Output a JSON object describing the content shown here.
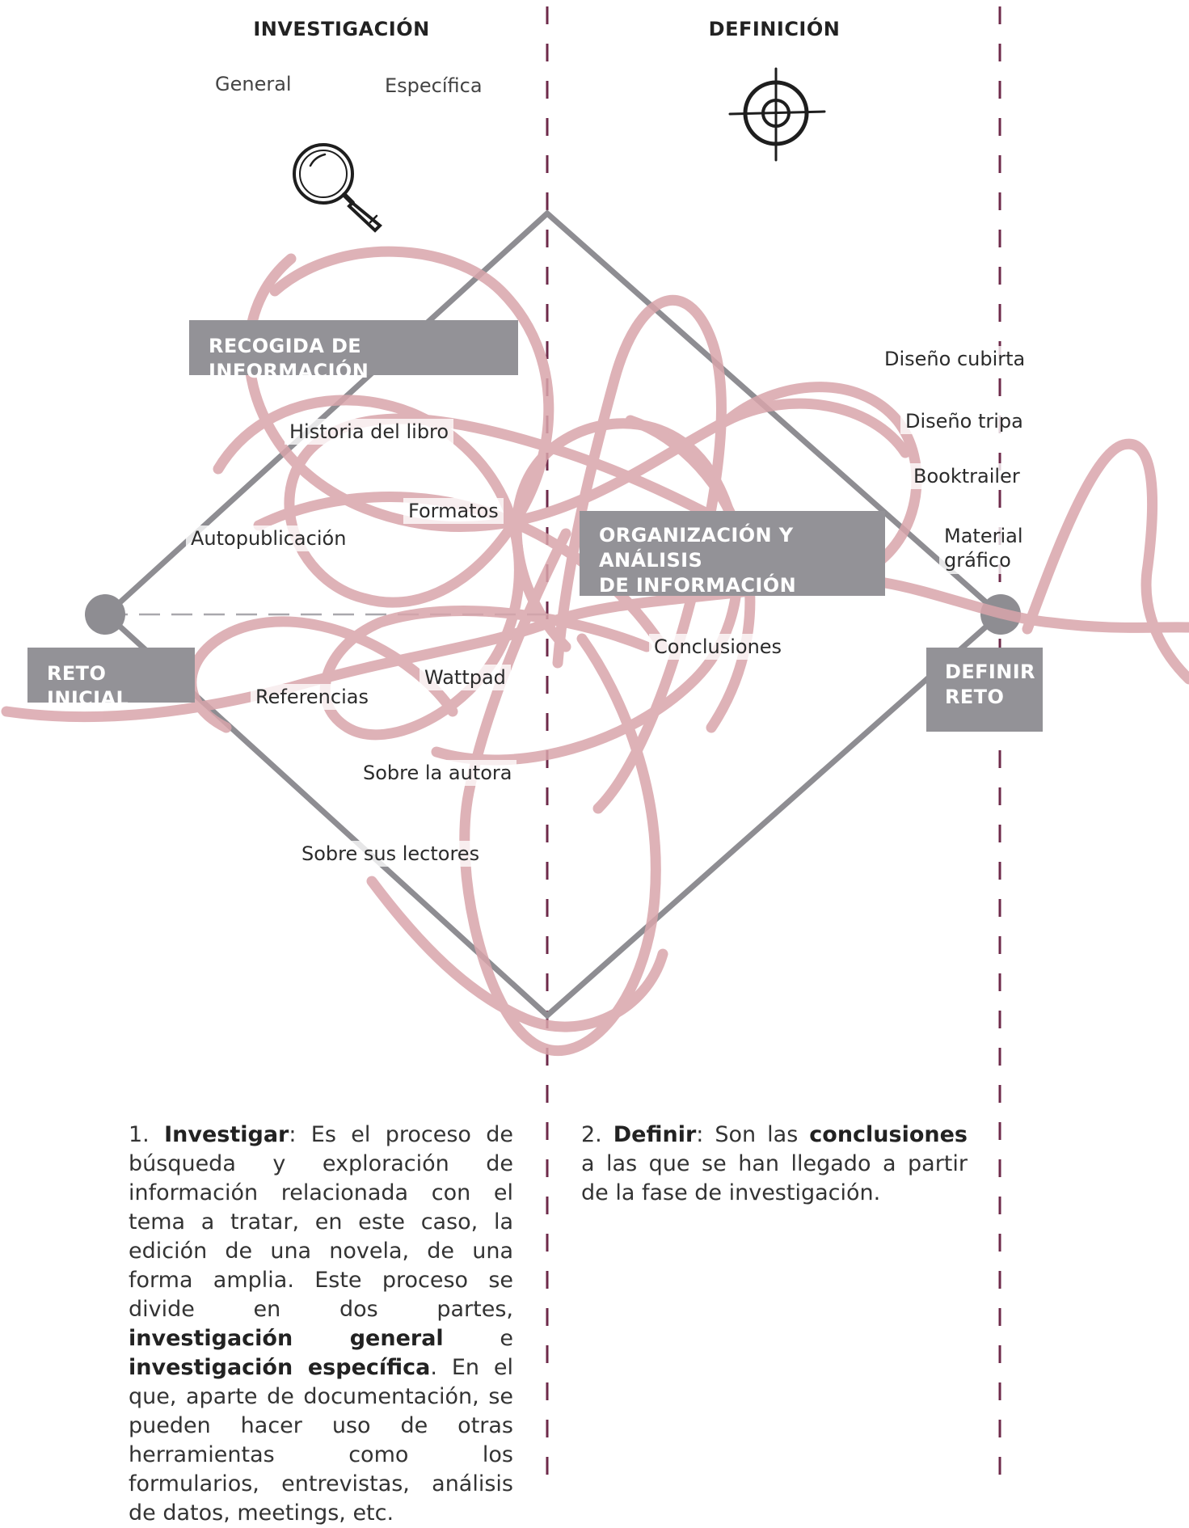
{
  "headers": {
    "left": "INVESTIGACIÓN",
    "right": "DEFINICIÓN"
  },
  "subheaders": {
    "general": "General",
    "especifica": "Específica"
  },
  "icons": {
    "left": "magnifying-glass-icon",
    "right": "crosshair-target-icon"
  },
  "colors": {
    "box": "#939297",
    "scribble": "#d9a5ab",
    "dashed": "#6e2a4a",
    "diamond": "#8e8d92"
  },
  "boxes": {
    "recogida": "RECOGIDA DE INFORMACIÓN",
    "organizacion_1": "ORGANIZACIÓN Y ANÁLISIS",
    "organizacion_2": "DE INFORMACIÓN",
    "reto_inicial": "RETO INICIAL",
    "definir_1": "DEFINIR",
    "definir_2": "RETO"
  },
  "labels": {
    "historia": "Historia del libro",
    "formatos": "Formatos",
    "autopublicacion": "Autopublicación",
    "referencias": "Referencias",
    "wattpad": "Wattpad",
    "autora": "Sobre la autora",
    "lectores": "Sobre sus lectores",
    "conclusiones": "Conclusiones",
    "cubierta": "Diseño cubirta",
    "tripa": "Diseño tripa",
    "booktrailer": "Booktrailer",
    "material_1": "Material",
    "material_2": "gráfico"
  },
  "text_left": {
    "n": "1. ",
    "b1": "Investigar",
    "t1": ": Es el proceso de búsqueda y exploración de información relacionada con el tema a tratar, en este caso, la edición de una novela, de una forma amplia. Este proceso se divide en dos partes, ",
    "b2": "investigación general",
    "t2": " e ",
    "b3": "investigación específica",
    "t3": ". En el que, aparte de documentación, se pueden hacer uso de otras herramientas como los formularios, entrevistas, análisis de datos, meetings, etc."
  },
  "text_right": {
    "n": "2. ",
    "b1": "Definir",
    "t1": ": Son las ",
    "b2": "conclusiones",
    "t2": " a las que se han llegado a partir de la fase de investigación."
  }
}
